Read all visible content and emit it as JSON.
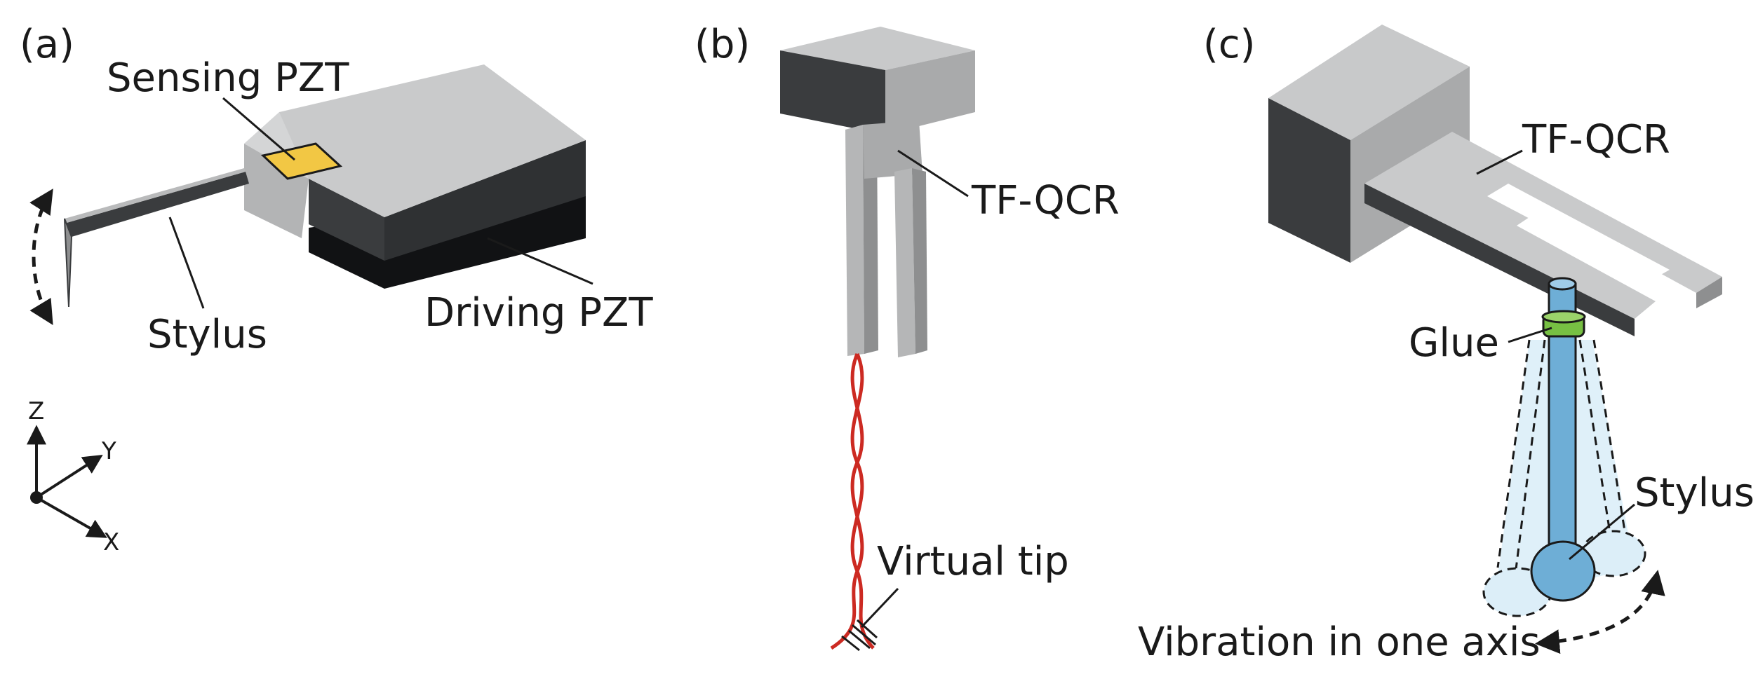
{
  "panels": {
    "a": {
      "label": "(a)",
      "sensing_pzt": "Sensing PZT",
      "stylus": "Stylus",
      "driving_pzt": "Driving PZT",
      "axes": {
        "z": "Z",
        "y": "Y",
        "x": "X"
      }
    },
    "b": {
      "label": "(b)",
      "tf_qcr": "TF-QCR",
      "virtual_tip": "Virtual tip"
    },
    "c": {
      "label": "(c)",
      "tf_qcr": "TF-QCR",
      "glue": "Glue",
      "stylus": "Stylus",
      "vibration": "Vibration in one axis"
    }
  },
  "colors": {
    "block_top": "#c8c9ca",
    "block_light": "#a9aaab",
    "block_dark": "#3a3c3e",
    "pzt_black": "#111214",
    "sensing_pzt": "#f2c744",
    "virtual_tip_red": "#cc2a22",
    "glue_green": "#77c043",
    "stylus_blue": "#6eaed6",
    "cone_fill": "#dceef8"
  }
}
